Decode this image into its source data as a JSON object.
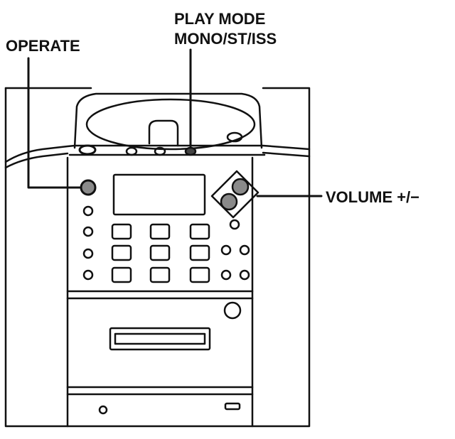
{
  "labels": {
    "operate": "OPERATE",
    "play_mode_line1": "PLAY MODE",
    "play_mode_line2": "MONO/ST/ISS",
    "volume": "VOLUME +/−"
  },
  "colors": {
    "ink": "#111111",
    "button_fill": "#8a8a8a",
    "background": "#ffffff"
  }
}
